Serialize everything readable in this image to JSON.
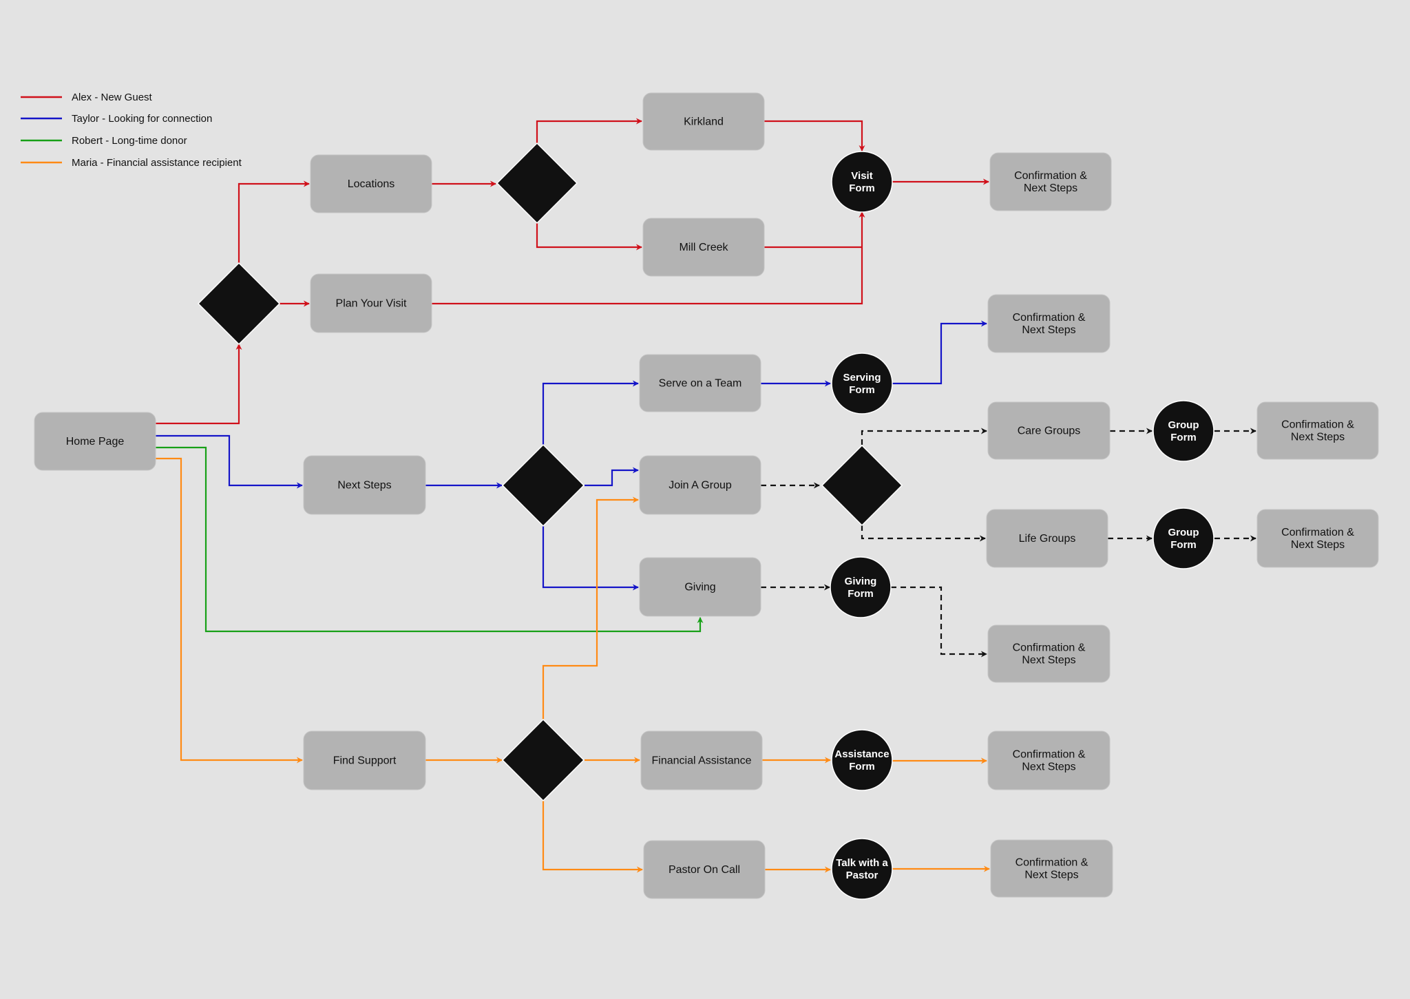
{
  "legend": [
    {
      "label": "Alex - New Guest",
      "color": "#d0101a"
    },
    {
      "label": "Taylor - Looking for connection",
      "color": "#1414c8"
    },
    {
      "label": "Robert - Long-time donor",
      "color": "#17a017"
    },
    {
      "label": "Maria - Financial assistance recipient",
      "color": "#ff8a14"
    }
  ],
  "colors": {
    "box_fill": "#b3b3b3",
    "decision_fill": "#111111",
    "form_fill": "#111111",
    "neutral_edge": "#111111",
    "background": "#e3e3e3"
  },
  "nodes": {
    "home": {
      "label": [
        "Home Page"
      ],
      "type": "page"
    },
    "decision_home": {
      "type": "decision"
    },
    "locations": {
      "label": [
        "Locations"
      ],
      "type": "page"
    },
    "plan_visit": {
      "label": [
        "Plan Your Visit"
      ],
      "type": "page"
    },
    "decision_locations": {
      "type": "decision"
    },
    "kirkland": {
      "label": [
        "Kirkland"
      ],
      "type": "page"
    },
    "mill_creek": {
      "label": [
        "Mill Creek"
      ],
      "type": "page"
    },
    "visit_form": {
      "label": [
        "Visit",
        "Form"
      ],
      "type": "form"
    },
    "confirm_visit": {
      "label": [
        "Confirmation &",
        "Next Steps"
      ],
      "type": "page"
    },
    "next_steps": {
      "label": [
        "Next Steps"
      ],
      "type": "page"
    },
    "decision_next_steps": {
      "type": "decision"
    },
    "serve_team": {
      "label": [
        "Serve on a Team"
      ],
      "type": "page"
    },
    "serving_form": {
      "label": [
        "Serving",
        "Form"
      ],
      "type": "form"
    },
    "confirm_serving": {
      "label": [
        "Confirmation &",
        "Next Steps"
      ],
      "type": "page"
    },
    "join_group": {
      "label": [
        "Join A Group"
      ],
      "type": "page"
    },
    "decision_groups": {
      "type": "decision"
    },
    "care_groups": {
      "label": [
        "Care Groups"
      ],
      "type": "page"
    },
    "group_form_care": {
      "label": [
        "Group",
        "Form"
      ],
      "type": "form"
    },
    "confirm_care": {
      "label": [
        "Confirmation &",
        "Next Steps"
      ],
      "type": "page"
    },
    "life_groups": {
      "label": [
        "Life Groups"
      ],
      "type": "page"
    },
    "group_form_life": {
      "label": [
        "Group",
        "Form"
      ],
      "type": "form"
    },
    "confirm_life": {
      "label": [
        "Confirmation &",
        "Next Steps"
      ],
      "type": "page"
    },
    "giving": {
      "label": [
        "Giving"
      ],
      "type": "page"
    },
    "giving_form": {
      "label": [
        "Giving",
        "Form"
      ],
      "type": "form"
    },
    "confirm_giving": {
      "label": [
        "Confirmation &",
        "Next Steps"
      ],
      "type": "page"
    },
    "find_support": {
      "label": [
        "Find Support"
      ],
      "type": "page"
    },
    "decision_support": {
      "type": "decision"
    },
    "financial_assistance": {
      "label": [
        "Financial Assistance"
      ],
      "type": "page"
    },
    "assistance_form": {
      "label": [
        "Assistance",
        "Form"
      ],
      "type": "form"
    },
    "confirm_assistance": {
      "label": [
        "Confirmation &",
        "Next Steps"
      ],
      "type": "page"
    },
    "pastor_on_call": {
      "label": [
        "Pastor On Call"
      ],
      "type": "page"
    },
    "talk_pastor": {
      "label": [
        "Talk with a",
        "Pastor"
      ],
      "type": "form"
    },
    "confirm_pastor": {
      "label": [
        "Confirmation &",
        "Next Steps"
      ],
      "type": "page"
    }
  },
  "edges": [
    {
      "from": "home",
      "to": "decision_home",
      "persona": "Alex"
    },
    {
      "from": "decision_home",
      "to": "locations",
      "persona": "Alex"
    },
    {
      "from": "decision_home",
      "to": "plan_visit",
      "persona": "Alex"
    },
    {
      "from": "locations",
      "to": "decision_locations",
      "persona": "Alex"
    },
    {
      "from": "decision_locations",
      "to": "kirkland",
      "persona": "Alex"
    },
    {
      "from": "decision_locations",
      "to": "mill_creek",
      "persona": "Alex"
    },
    {
      "from": "kirkland",
      "to": "visit_form",
      "persona": "Alex"
    },
    {
      "from": "mill_creek",
      "to": "visit_form",
      "persona": "Alex"
    },
    {
      "from": "plan_visit",
      "to": "visit_form",
      "persona": "Alex"
    },
    {
      "from": "visit_form",
      "to": "confirm_visit",
      "persona": "Alex"
    },
    {
      "from": "home",
      "to": "next_steps",
      "persona": "Taylor"
    },
    {
      "from": "next_steps",
      "to": "decision_next_steps",
      "persona": "Taylor"
    },
    {
      "from": "decision_next_steps",
      "to": "serve_team",
      "persona": "Taylor"
    },
    {
      "from": "decision_next_steps",
      "to": "join_group",
      "persona": "Taylor"
    },
    {
      "from": "decision_next_steps",
      "to": "giving",
      "persona": "Taylor"
    },
    {
      "from": "serve_team",
      "to": "serving_form",
      "persona": "Taylor"
    },
    {
      "from": "serving_form",
      "to": "confirm_serving",
      "persona": "Taylor"
    },
    {
      "from": "join_group",
      "to": "decision_groups",
      "persona": "shared",
      "style": "dashed"
    },
    {
      "from": "decision_groups",
      "to": "care_groups",
      "persona": "shared",
      "style": "dashed"
    },
    {
      "from": "decision_groups",
      "to": "life_groups",
      "persona": "shared",
      "style": "dashed"
    },
    {
      "from": "care_groups",
      "to": "group_form_care",
      "persona": "shared",
      "style": "dashed"
    },
    {
      "from": "group_form_care",
      "to": "confirm_care",
      "persona": "shared",
      "style": "dashed"
    },
    {
      "from": "life_groups",
      "to": "group_form_life",
      "persona": "shared",
      "style": "dashed"
    },
    {
      "from": "group_form_life",
      "to": "confirm_life",
      "persona": "shared",
      "style": "dashed"
    },
    {
      "from": "giving",
      "to": "giving_form",
      "persona": "shared",
      "style": "dashed"
    },
    {
      "from": "giving_form",
      "to": "confirm_giving",
      "persona": "shared",
      "style": "dashed"
    },
    {
      "from": "home",
      "to": "giving",
      "persona": "Robert"
    },
    {
      "from": "home",
      "to": "find_support",
      "persona": "Maria"
    },
    {
      "from": "find_support",
      "to": "decision_support",
      "persona": "Maria"
    },
    {
      "from": "decision_support",
      "to": "join_group",
      "persona": "Maria"
    },
    {
      "from": "decision_support",
      "to": "financial_assistance",
      "persona": "Maria"
    },
    {
      "from": "decision_support",
      "to": "pastor_on_call",
      "persona": "Maria"
    },
    {
      "from": "financial_assistance",
      "to": "assistance_form",
      "persona": "Maria"
    },
    {
      "from": "assistance_form",
      "to": "confirm_assistance",
      "persona": "Maria"
    },
    {
      "from": "pastor_on_call",
      "to": "talk_pastor",
      "persona": "Maria"
    },
    {
      "from": "talk_pastor",
      "to": "confirm_pastor",
      "persona": "Maria"
    }
  ]
}
